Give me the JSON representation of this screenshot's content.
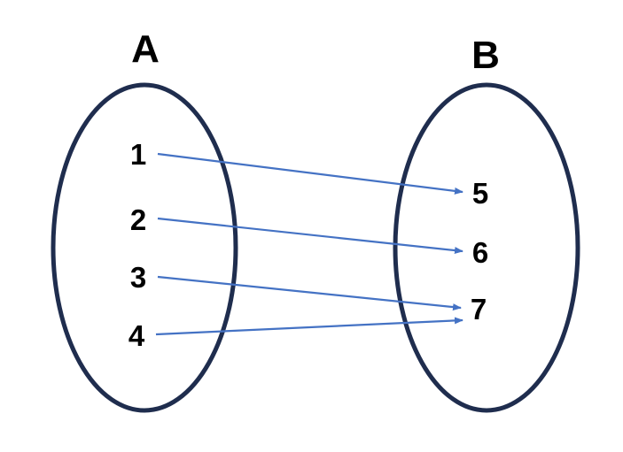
{
  "diagram": {
    "type": "mapping",
    "colors": {
      "ellipse": "#1f2d4e",
      "arrow": "#4472c4",
      "text": "#000000"
    },
    "sets": [
      {
        "id": "A",
        "label": "A",
        "elements": [
          "1",
          "2",
          "3",
          "4"
        ]
      },
      {
        "id": "B",
        "label": "B",
        "elements": [
          "5",
          "6",
          "7"
        ]
      }
    ],
    "mappings": [
      {
        "from": "1",
        "to": "5"
      },
      {
        "from": "2",
        "to": "6"
      },
      {
        "from": "3",
        "to": "7"
      },
      {
        "from": "4",
        "to": "7"
      }
    ]
  }
}
